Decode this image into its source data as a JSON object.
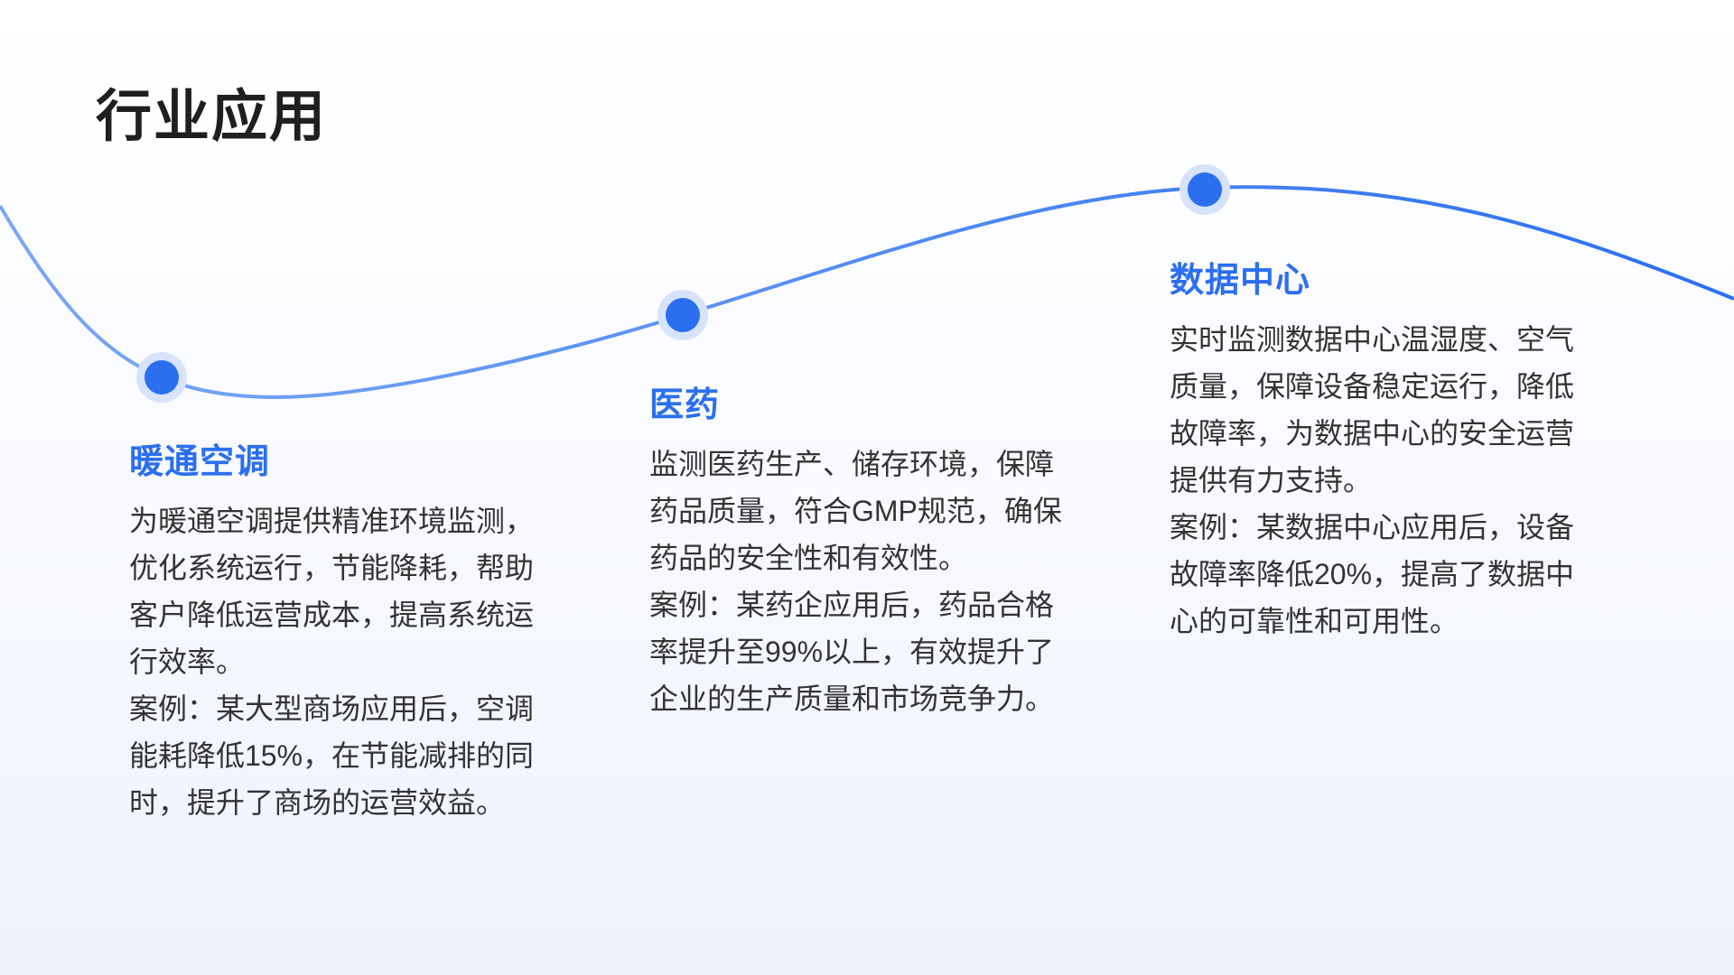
{
  "page": {
    "title": "行业应用"
  },
  "colors": {
    "accent": "#2b6ff0",
    "curve": "#4a86f0",
    "dot_halo": "#d6e3fb"
  },
  "items": [
    {
      "heading": "暖通空调",
      "lines": [
        "为暖通空调提供精准环境监测，",
        "优化系统运行，节能降耗，帮助",
        "客户降低运营成本，提高系统运",
        "行效率。",
        "案例：某大型商场应用后，空调",
        "能耗降低15%，在节能减排的同",
        "时，提升了商场的运营效益。"
      ]
    },
    {
      "heading": "医药",
      "lines": [
        "监测医药生产、储存环境，保障",
        "药品质量，符合GMP规范，确保",
        "药品的安全性和有效性。",
        "案例：某药企应用后，药品合格",
        "率提升至99%以上，有效提升了",
        "企业的生产质量和市场竞争力。"
      ]
    },
    {
      "heading": "数据中心",
      "lines": [
        "实时监测数据中心温湿度、空气",
        "质量，保障设备稳定运行，降低",
        "故障率，为数据中心的安全运营",
        "提供有力支持。",
        "案例：某数据中心应用后，设备",
        "故障率降低20%，提高了数据中",
        "心的可靠性和可用性。"
      ]
    }
  ]
}
